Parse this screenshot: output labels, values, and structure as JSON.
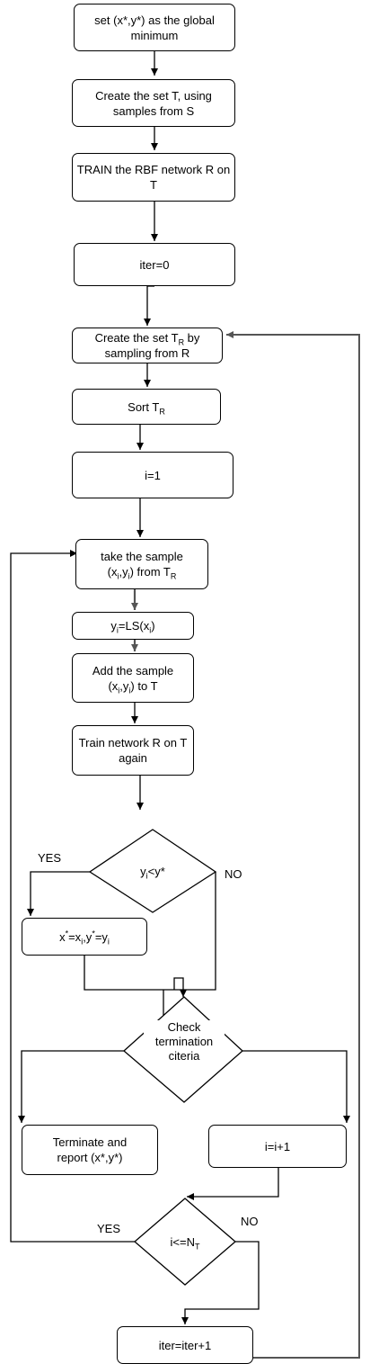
{
  "flowchart": {
    "set_global_min": "set (x*,y*) as the global minimum",
    "create_set_t": "Create the set T, using samples from S",
    "train_rbf": "TRAIN the RBF network R on T",
    "iter_init": "iter=0",
    "create_tr": {
      "pre": "Create the set T",
      "sub": "R",
      "post": " by sampling from R"
    },
    "sort_tr": {
      "pre": "Sort T",
      "sub": "R"
    },
    "i_init": "i=1",
    "take_sample": {
      "line1": "take the sample",
      "pre": "(x",
      "s1": "i",
      "mid": ",y",
      "s2": "i",
      "post": ") from T",
      "s3": "R"
    },
    "ls_eval": {
      "pre": "y",
      "s1": "i",
      "mid": "=LS(x",
      "s2": "i",
      "post": ")"
    },
    "add_sample": {
      "line1": "Add the sample",
      "pre": "(x",
      "s1": "i",
      "mid": ",y",
      "s2": "i",
      "post": ") to T"
    },
    "train_again": "Train network R on T again",
    "decision_y": {
      "pre": "y",
      "s1": "i",
      "post": "<y*"
    },
    "update_min": {
      "a": "x",
      "sup1": "*",
      "b": "=x",
      "s1": "i",
      "c": ",y",
      "sup2": "*",
      "d": "=y",
      "s2": "i"
    },
    "check_term": "Check termination citeria",
    "terminate": {
      "line1": "Terminate and",
      "line2": "report (x*,y*)"
    },
    "incr_i": "i=i+1",
    "decision_i": {
      "pre": "i<=N",
      "sub": "T"
    },
    "incr_iter": "iter=iter+1",
    "yes_label_1": "YES",
    "no_label_1": "NO",
    "yes_label_2": "YES",
    "no_label_2": "NO"
  }
}
